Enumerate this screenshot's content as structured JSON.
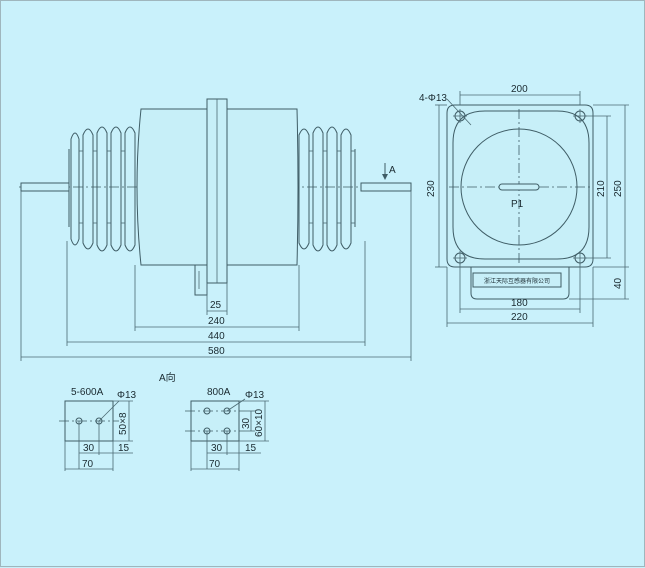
{
  "side_view": {
    "dimensions": {
      "flange_thickness": "25",
      "body_length": "240",
      "bellows_span": "440",
      "overall_length": "580"
    },
    "view_marker": "A"
  },
  "end_view": {
    "hole_callout": "4-Φ13",
    "width_top": "200",
    "height_left": "230",
    "hole_spacing_vertical": "210",
    "height_right": "250",
    "nameplate_height": "40",
    "hole_spacing_horizontal": "180",
    "width_bottom": "220",
    "terminal_label": "P1",
    "nameplate_text": "浙江天际互感器有限公司"
  },
  "view_a": {
    "title": "A向",
    "left": {
      "rating": "5-600A",
      "hole": "Φ13",
      "bar": "50×8",
      "d1": "30",
      "d2": "15",
      "d3": "70"
    },
    "right": {
      "rating": "800A",
      "hole": "Φ13",
      "spacing": "30",
      "bar": "60×10",
      "d1": "30",
      "d2": "15",
      "d3": "70"
    }
  },
  "colors": {
    "background": "#c9f1fb",
    "line": "#3f5d66"
  }
}
